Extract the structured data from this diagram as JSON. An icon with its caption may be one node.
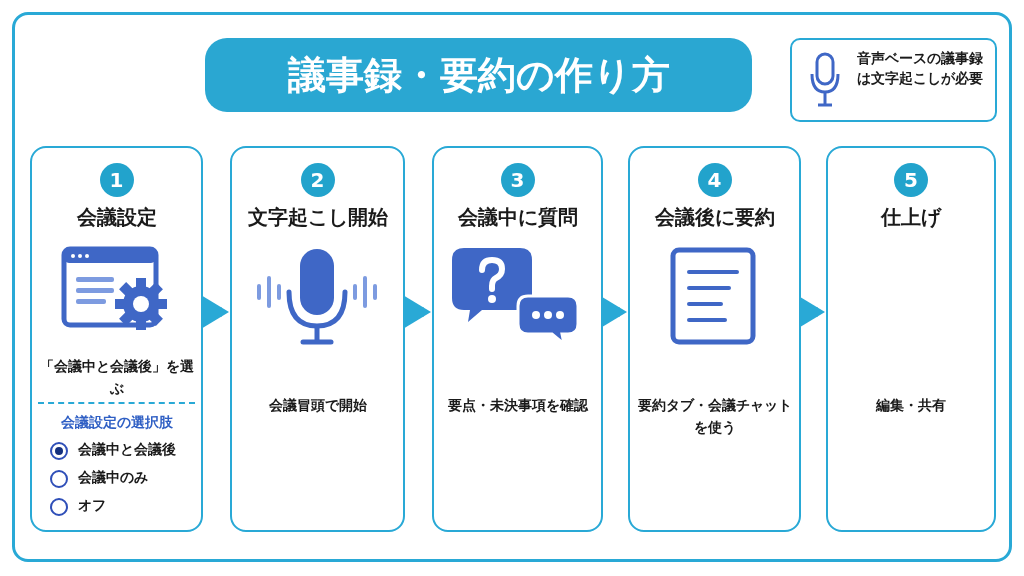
{
  "diagram": {
    "title": "議事録・要約の作り方",
    "nodes": [
      {
        "text": [
          "音声ベースの議事録は文字起こしが必要"
        ]
      },
      {
        "text": [
          "1",
          "会議設定",
          "「会議中と会議後」を選ぶ",
          "会議設定の選択肢",
          "会議中と会議後",
          "会議中のみ",
          "オフ"
        ]
      },
      {
        "text": [
          "2",
          "文字起こし開始",
          "会議冒頭で開始"
        ]
      },
      {
        "text": [
          "3",
          "会議中に質問",
          "要点・未決事項を確認"
        ]
      },
      {
        "text": [
          "4",
          "会議後に要約",
          "要約タブ・会議チャットを使う"
        ]
      },
      {
        "text": [
          "5",
          "仕上げ",
          "編集・共有"
        ]
      }
    ],
    "edges": [
      {
        "from": 1,
        "to": 2,
        "arrow": "to"
      },
      {
        "from": 2,
        "to": 3,
        "arrow": "to"
      },
      {
        "from": 3,
        "to": 4,
        "arrow": "to"
      },
      {
        "from": 4,
        "to": 5,
        "arrow": "to"
      }
    ]
  }
}
